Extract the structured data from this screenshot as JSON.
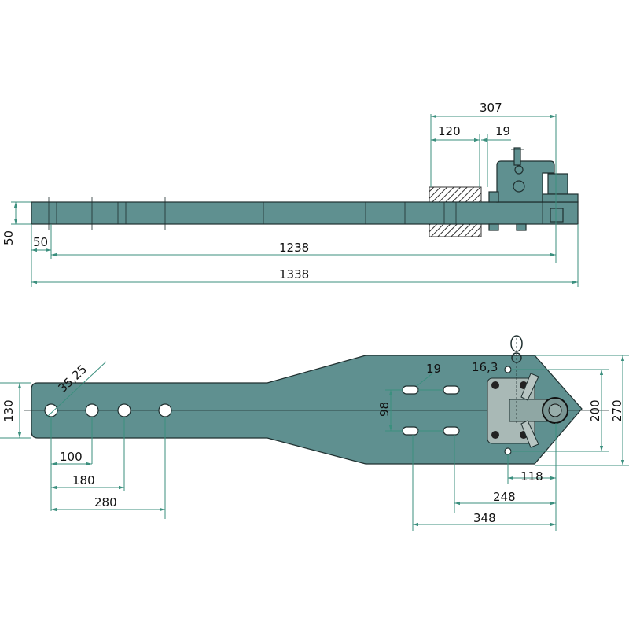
{
  "colors": {
    "body": "#5f9090",
    "dimension": "#3b8f7e"
  },
  "side_view": {
    "dims": {
      "d307": "307",
      "d120": "120",
      "d19": "19",
      "d50v": "50",
      "d50h": "50",
      "d1238": "1238",
      "d1338": "1338"
    }
  },
  "top_view": {
    "dims": {
      "d130": "130",
      "d35_25": "35,25",
      "d100": "100",
      "d180": "180",
      "d280": "280",
      "d98": "98",
      "d19": "19",
      "d16_3": "16,3",
      "d200": "200",
      "d270": "270",
      "d118": "118",
      "d248": "248",
      "d348": "348"
    }
  }
}
